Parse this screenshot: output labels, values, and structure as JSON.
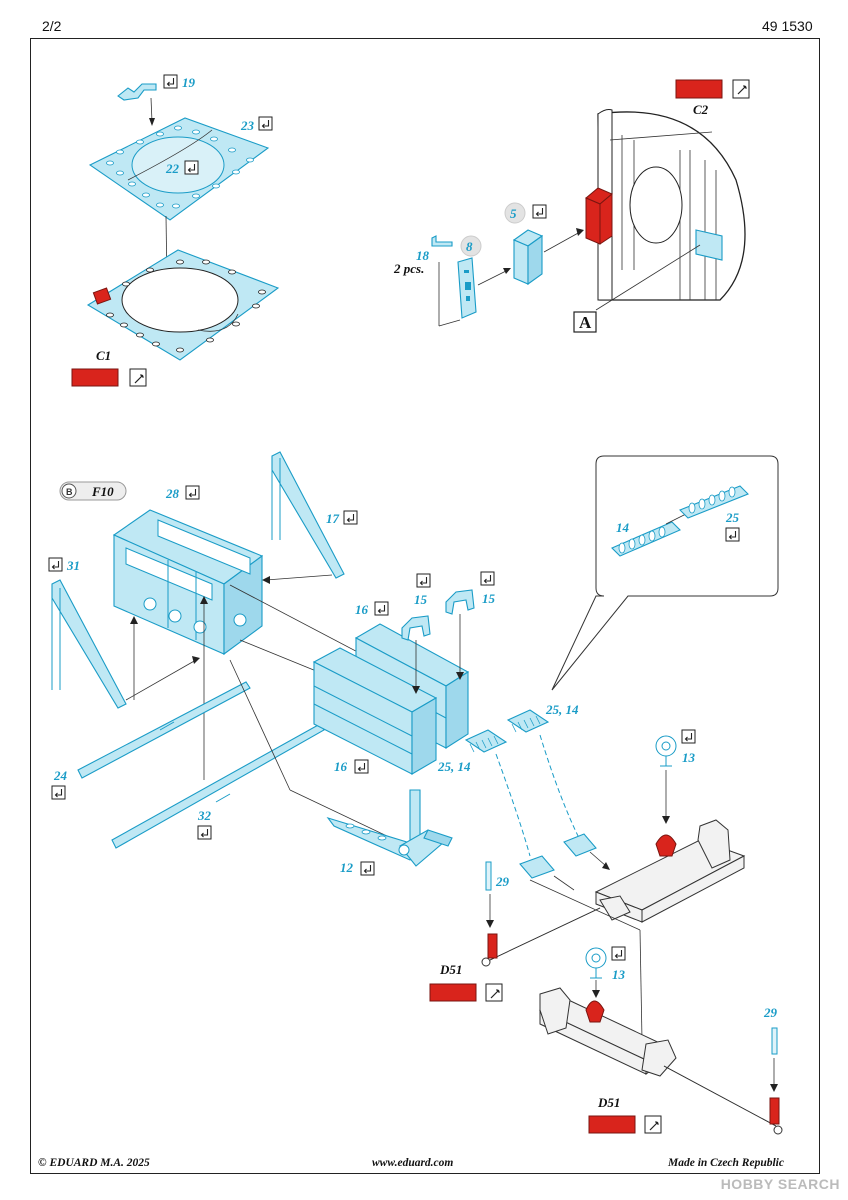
{
  "header": {
    "page": "2/2",
    "code": "49 1530"
  },
  "footer": {
    "copyright": "© EDUARD  M.A. 2025",
    "url": "www.eduard.com",
    "origin": "Made in Czech Republic"
  },
  "watermark": "HOBBY SEARCH",
  "colors": {
    "photoetch": "#bfe8f4",
    "outline": "#1a9cc7",
    "remove": "#d9241c"
  },
  "part_labels": {
    "p19": "19",
    "p23": "23",
    "p22": "22",
    "p18": "18",
    "pcs": "2 pcs.",
    "p8": "8",
    "p5": "5",
    "p28": "28",
    "p17": "17",
    "p31": "31",
    "p16a": "16",
    "p15a": "15",
    "p15b": "15",
    "p14": "14",
    "p25": "25",
    "p2514a": "25, 14",
    "p2514b": "25, 14",
    "p16b": "16",
    "p24": "24",
    "p32": "32",
    "p12": "12",
    "p13a": "13",
    "p29a": "29",
    "p13b": "13",
    "p29b": "29"
  },
  "remove_labels": {
    "c1": "C1",
    "c2": "C2",
    "d51a": "D51",
    "d51b": "D51"
  },
  "detail_letter": "A",
  "tool_badge": "F10"
}
